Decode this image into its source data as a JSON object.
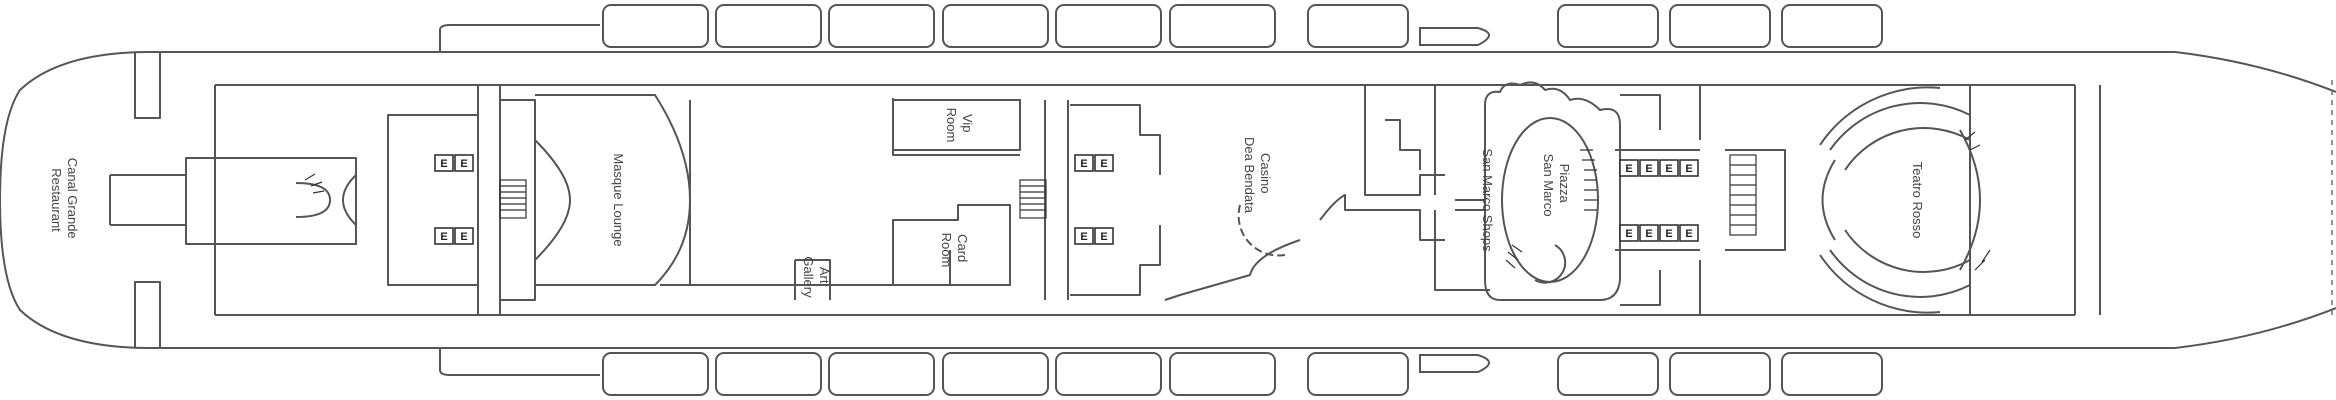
{
  "venues": [
    {
      "id": "canal-grande",
      "lines": [
        "Canal Grande",
        "Restaurant"
      ]
    },
    {
      "id": "masque-lounge",
      "lines": [
        "Masque Lounge"
      ]
    },
    {
      "id": "vip-room",
      "lines": [
        "Vip",
        "Room"
      ]
    },
    {
      "id": "card-room",
      "lines": [
        "Card",
        "Room"
      ]
    },
    {
      "id": "art-gallery",
      "lines": [
        "Art",
        "Gallery"
      ]
    },
    {
      "id": "casino",
      "lines": [
        "Casino",
        "Dea Bendata"
      ]
    },
    {
      "id": "san-marco-shops",
      "lines": [
        "San Marco Shops"
      ]
    },
    {
      "id": "piazza",
      "lines": [
        "Piazza",
        "San Marco"
      ]
    },
    {
      "id": "teatro-rosso",
      "lines": [
        "Teatro Rosso"
      ]
    }
  ],
  "elevator_symbol": "E",
  "colors": {
    "line": "#555555",
    "text": "#444444",
    "background": "#ffffff"
  }
}
